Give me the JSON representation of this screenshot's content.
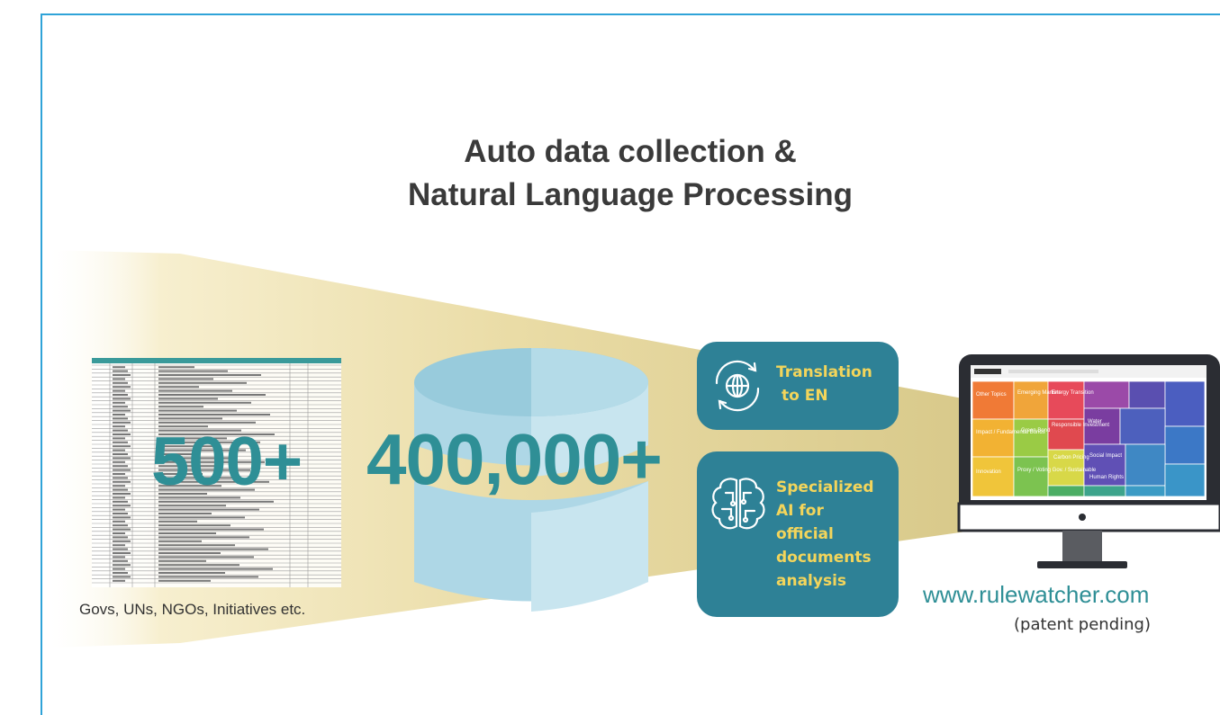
{
  "title": {
    "line1": "Auto data collection &",
    "line2": "Natural Language Processing"
  },
  "sources": {
    "count": "500+",
    "caption": "Govs, UNs, NGOs, Initiatives etc."
  },
  "database": {
    "count": "400,000+"
  },
  "features": [
    {
      "icon": "globe-chat-icon",
      "lines": [
        "Translation",
        "to EN"
      ]
    },
    {
      "icon": "brain-circuit-icon",
      "lines": [
        "Specialized",
        "AI for",
        "official",
        "documents",
        "analysis"
      ]
    }
  ],
  "monitor": {
    "tiles": [
      "Other Topics",
      "Emerging Markets",
      "Energy Transition",
      "Green Bond",
      "Responsible Investment",
      "Water",
      "Impact / Fundamental Bonds",
      "Carbon Pricing",
      "Social Impact",
      "Innovation",
      "Proxy / Voting Gov. / Sustainable",
      "Human Rights"
    ]
  },
  "site": {
    "url": "www.rulewatcher.com",
    "note": "(patent pending)"
  },
  "colors": {
    "teal": "#2f8f96",
    "card": "#2e8196",
    "card_text": "#f3d55b",
    "border": "#2fa3d8",
    "beam": "#eedfa8"
  }
}
